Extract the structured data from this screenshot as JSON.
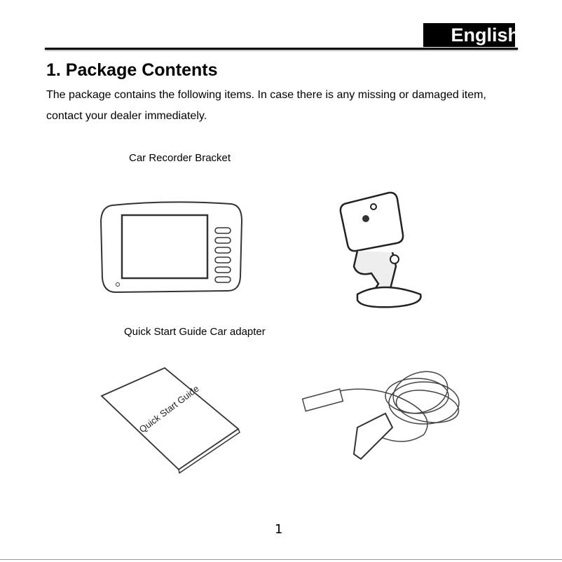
{
  "header": {
    "language_tab": "English"
  },
  "section": {
    "title": "1. Package Contents",
    "intro": "The package contains the following items. In case there is any missing or damaged item, contact your dealer immediately."
  },
  "items_row1_caption": "Car Recorder  Bracket",
  "items_row2_caption": "Quick Start Guide  Car adapter",
  "guide_cover_text": "Quick Start Guide",
  "footer": {
    "page_number": "1"
  }
}
